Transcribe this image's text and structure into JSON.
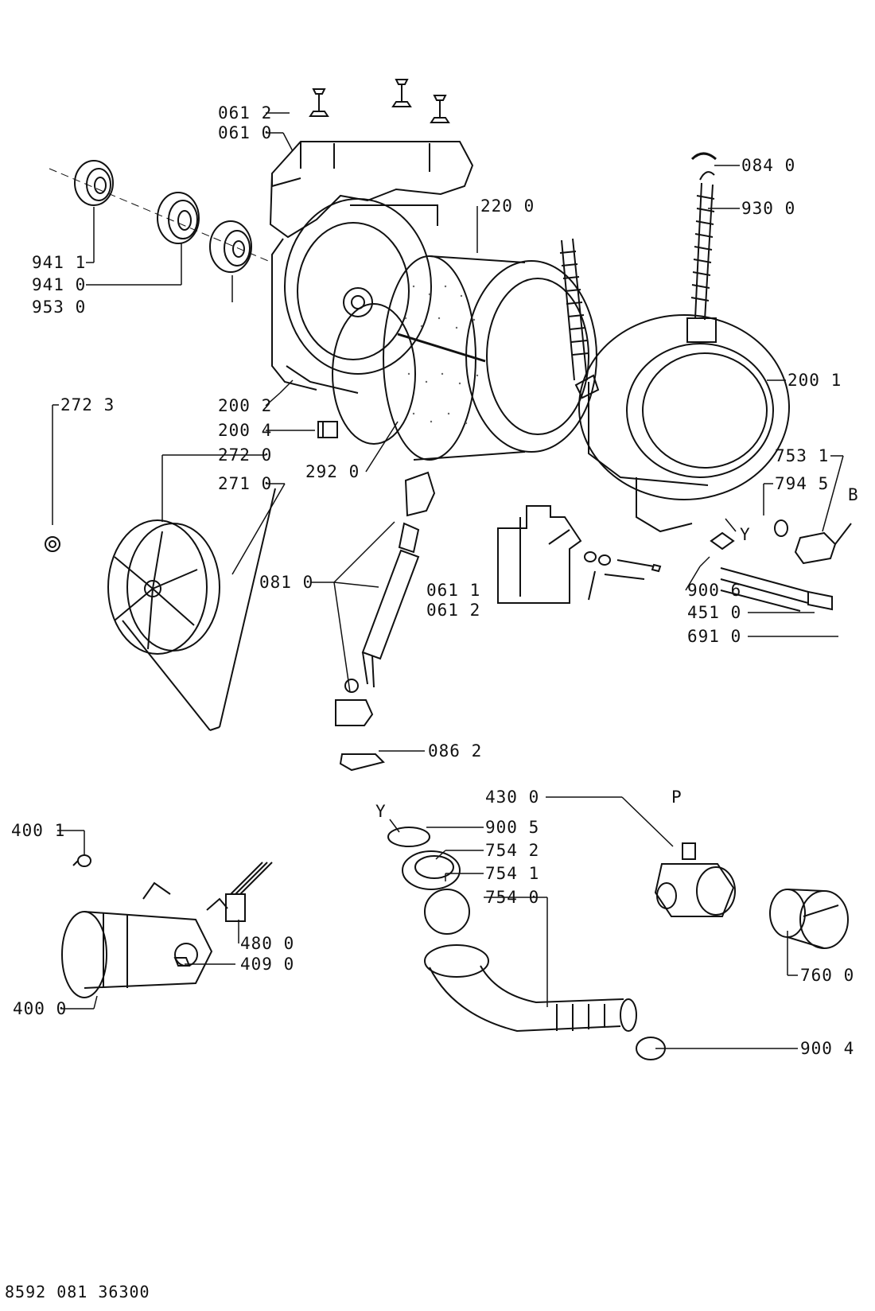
{
  "diagram": {
    "labels": {
      "l_061_2a": "061 2",
      "l_061_0": "061 0",
      "l_084_0": "084 0",
      "l_220_0": "220 0",
      "l_930_0": "930 0",
      "l_941_1": "941 1",
      "l_941_0": "941 0",
      "l_953_0": "953 0",
      "l_200_1": "200 1",
      "l_272_3": "272 3",
      "l_200_2": "200 2",
      "l_200_4": "200 4",
      "l_272_0": "272 0",
      "l_292_0": "292 0",
      "l_271_0": "271 0",
      "l_753_1": "753 1",
      "l_794_5": "794 5",
      "l_B": "B",
      "l_Y1": "Y",
      "l_081_0": "081 0",
      "l_061_1": "061 1",
      "l_061_2b": "061 2",
      "l_900_6": "900 6",
      "l_451_0": "451 0",
      "l_691_0": "691 0",
      "l_086_2": "086 2",
      "l_430_0": "430 0",
      "l_P": "P",
      "l_Y2": "Y",
      "l_900_5": "900 5",
      "l_754_2": "754 2",
      "l_754_1": "754 1",
      "l_754_0": "754 0",
      "l_400_1": "400 1",
      "l_480_0": "480 0",
      "l_409_0": "409 0",
      "l_760_0": "760 0",
      "l_400_0": "400 0",
      "l_900_4": "900 4"
    },
    "footer_code": "8592 081 36300"
  }
}
